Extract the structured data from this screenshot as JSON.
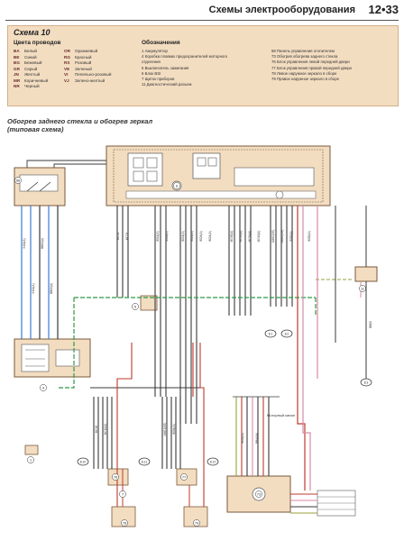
{
  "header": {
    "title": "Схемы электрооборудования",
    "page": "12•33"
  },
  "legend": {
    "scheme_title": "Схема 10",
    "colors_heading": "Цвета проводов",
    "colors": [
      {
        "code": "BA",
        "name": "Белый"
      },
      {
        "code": "BE",
        "name": "Синий"
      },
      {
        "code": "BG",
        "name": "Бежевый"
      },
      {
        "code": "GR",
        "name": "Серый"
      },
      {
        "code": "JN",
        "name": "Желтый"
      },
      {
        "code": "MR",
        "name": "Коричневый"
      },
      {
        "code": "NR",
        "name": "Черный"
      },
      {
        "code": "OR",
        "name": "Оранжевый"
      },
      {
        "code": "RG",
        "name": "Красный"
      },
      {
        "code": "RS",
        "name": "Розовый"
      },
      {
        "code": "VE",
        "name": "Зеленый"
      },
      {
        "code": "VI",
        "name": "Пепельно-розовый"
      },
      {
        "code": "VJ",
        "name": "Зелено-желтый"
      }
    ],
    "designations_heading": "Обозначения",
    "designations_left": [
      "1   Аккумулятор",
      "4   Коробка плавких предохранителей моторного",
      "     отделения",
      "5   Выключатель зажигания",
      "6   Блок BSI",
      "7   Щиток приборов",
      "11  Диагностический разъем"
    ],
    "designations_right": [
      "68  Панель управления отопителем",
      "73  Обогрев обогрева заднего стекла",
      "76  Блок управления левой передней двери",
      "77  Блок управления правой передней двери",
      "78  Левое наружное зеркало в сборе",
      "79  Правое наружное зеркало в сборе"
    ]
  },
  "section": {
    "title_line1": "Обогрев заднего стекла и обогрев зеркал",
    "title_line2": "(типовая схема)"
  },
  "diagram": {
    "component_labels": [
      "6",
      "4",
      "1",
      "5",
      "7",
      "11",
      "68",
      "73",
      "76",
      "77",
      "78",
      "79"
    ],
    "ground_labels": [
      "E1",
      "E2",
      "E3",
      "E10",
      "E11",
      "E12"
    ],
    "wire_labels": [
      "9411(A)",
      "9411(A)",
      "BB00(A)",
      "BB00(A)",
      "MC01",
      "MC01",
      "8011(A)",
      "8011(A)",
      "8021(A)",
      "8021(A)",
      "8024(A)",
      "8024(A)",
      "MC65(A)",
      "MC65(A)",
      "MC64(A)",
      "MC64(A)",
      "A00G(VE)",
      "AM00(VE)",
      "8000(A)",
      "8000(A)",
      "MC40",
      "MC40(A)",
      "AM01(VE)",
      "8004(A)",
      "8002(A)",
      "BB44(A)",
      "BB00"
    ],
    "note": "Моторный канал",
    "wire_colors": {
      "black": "#3a3a3a",
      "blue": "#3a7bd5",
      "green": "#2e9a46",
      "red": "#c0392b",
      "pink": "#d98aa6",
      "olive": "#9aa13a",
      "box_fill": "#f3ddc1",
      "box_stroke": "#7a5a3a"
    }
  }
}
